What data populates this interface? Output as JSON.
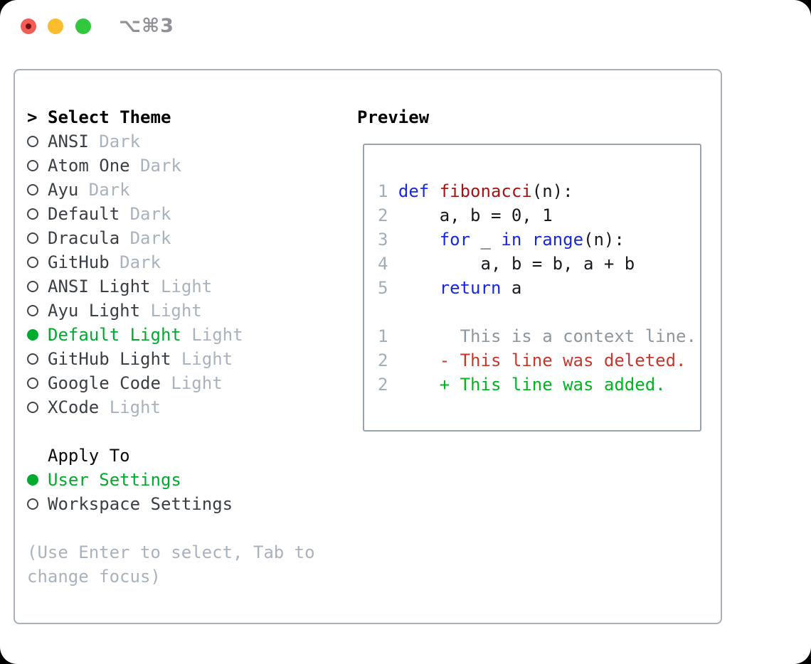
{
  "window": {
    "title": "⌥⌘3",
    "traffic_lights": {
      "close_color": "#f45d55",
      "close_dot_color": "#6d1410",
      "minimize_color": "#f9bd2e",
      "zoom_color": "#31c73f"
    }
  },
  "colors": {
    "outside_bg": "#000000",
    "window_bg": "#ffffff",
    "panel_border": "#a9afb9",
    "preview_border": "#9aa2ac",
    "heading_text": "#000000",
    "item_text": "#3a3f46",
    "muted_text": "#a9b2bd",
    "selection_green": "#00ab2e",
    "keyword_blue": "#1727e0",
    "function_red": "#a31515",
    "code_text": "#17191e",
    "line_number": "#a3adb8",
    "context_gray": "#8e969e",
    "diff_deleted_red": "#c9362a",
    "diff_added_green": "#00b51f",
    "title_gray": "#8f9196"
  },
  "theme_picker": {
    "heading_marker": ">",
    "heading": "Select Theme",
    "items": [
      {
        "name": "ANSI",
        "variant": "Dark",
        "selected": false
      },
      {
        "name": "Atom One",
        "variant": "Dark",
        "selected": false
      },
      {
        "name": "Ayu",
        "variant": "Dark",
        "selected": false
      },
      {
        "name": "Default",
        "variant": "Dark",
        "selected": false
      },
      {
        "name": "Dracula",
        "variant": "Dark",
        "selected": false
      },
      {
        "name": "GitHub",
        "variant": "Dark",
        "selected": false
      },
      {
        "name": "ANSI Light",
        "variant": "Light",
        "selected": false
      },
      {
        "name": "Ayu Light",
        "variant": "Light",
        "selected": false
      },
      {
        "name": "Default Light",
        "variant": "Light",
        "selected": true
      },
      {
        "name": "GitHub Light",
        "variant": "Light",
        "selected": false
      },
      {
        "name": "Google Code",
        "variant": "Light",
        "selected": false
      },
      {
        "name": "XCode",
        "variant": "Light",
        "selected": false
      }
    ],
    "apply_to": {
      "heading": "Apply To",
      "options": [
        {
          "label": "User Settings",
          "selected": true
        },
        {
          "label": "Workspace Settings",
          "selected": false
        }
      ]
    },
    "hint_line1": "(Use Enter to select, Tab to",
    "hint_line2": "change focus)"
  },
  "preview": {
    "heading": "Preview",
    "code_lines": [
      {
        "num": "1",
        "tokens": [
          {
            "t": "def ",
            "c": "kw"
          },
          {
            "t": "fibonacci",
            "c": "fn"
          },
          {
            "t": "(n):",
            "c": "code"
          }
        ]
      },
      {
        "num": "2",
        "tokens": [
          {
            "t": "    a, b = 0, 1",
            "c": "code"
          }
        ]
      },
      {
        "num": "3",
        "tokens": [
          {
            "t": "    ",
            "c": "code"
          },
          {
            "t": "for",
            "c": "kw"
          },
          {
            "t": " _ ",
            "c": "code"
          },
          {
            "t": "in",
            "c": "kw"
          },
          {
            "t": " ",
            "c": "code"
          },
          {
            "t": "range",
            "c": "kw"
          },
          {
            "t": "(n):",
            "c": "code"
          }
        ]
      },
      {
        "num": "4",
        "tokens": [
          {
            "t": "        a, b = b, a + b",
            "c": "code"
          }
        ]
      },
      {
        "num": "5",
        "tokens": [
          {
            "t": "    ",
            "c": "code"
          },
          {
            "t": "return",
            "c": "kw"
          },
          {
            "t": " a",
            "c": "code"
          }
        ]
      },
      {
        "num": "",
        "tokens": []
      },
      {
        "num": "1",
        "tokens": [
          {
            "t": "      This is a context line.",
            "c": "ctx"
          }
        ]
      },
      {
        "num": "2",
        "tokens": [
          {
            "t": "    - This line was deleted.",
            "c": "del"
          }
        ]
      },
      {
        "num": "2",
        "tokens": [
          {
            "t": "    + This line was added.",
            "c": "add"
          }
        ]
      }
    ]
  }
}
